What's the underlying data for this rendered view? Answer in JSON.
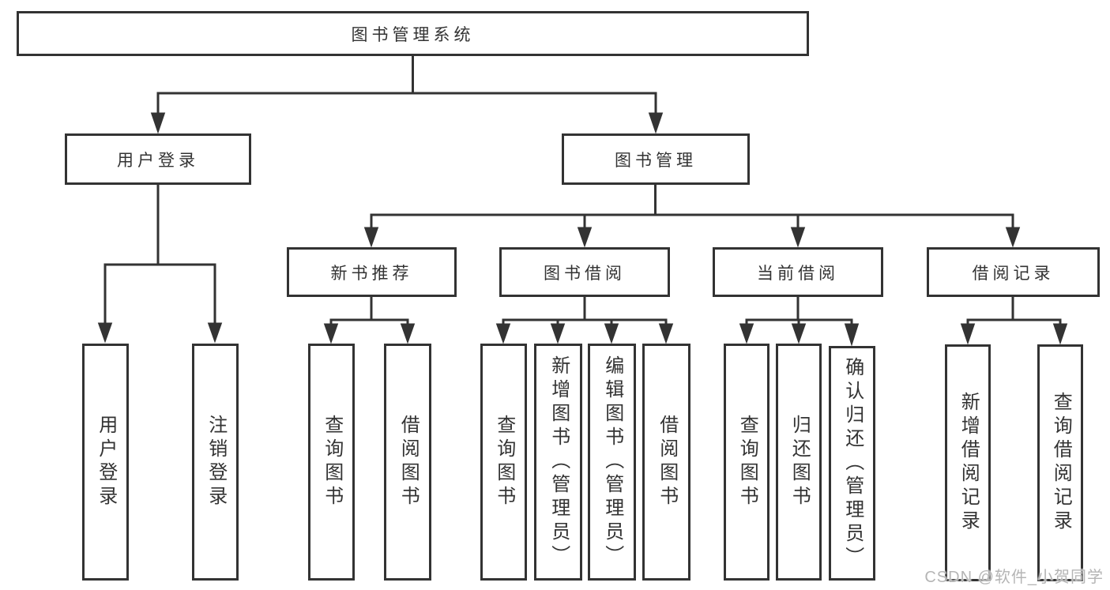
{
  "diagram": {
    "root": {
      "label": "图书管理系统"
    },
    "branches": [
      {
        "label": "用户登录",
        "children": [
          {
            "label": "用户登录"
          },
          {
            "label": "注销登录"
          }
        ]
      },
      {
        "label": "图书管理",
        "sections": [
          {
            "label": "新书推荐",
            "children": [
              {
                "label": "查询图书"
              },
              {
                "label": "借阅图书"
              }
            ]
          },
          {
            "label": "图书借阅",
            "children": [
              {
                "label": "查询图书"
              },
              {
                "label": "新增图书（管理员）"
              },
              {
                "label": "编辑图书（管理员）"
              },
              {
                "label": "借阅图书"
              }
            ]
          },
          {
            "label": "当前借阅",
            "children": [
              {
                "label": "查询图书"
              },
              {
                "label": "归还图书"
              },
              {
                "label": "确认归还（管理员）"
              }
            ]
          },
          {
            "label": "借阅记录",
            "children": [
              {
                "label": "新增借阅记录"
              },
              {
                "label": "查询借阅记录"
              }
            ]
          }
        ]
      }
    ]
  },
  "watermark": {
    "text": "CSDN @软件_小贺同学"
  },
  "colors": {
    "line": "#333333",
    "text": "#333333",
    "background": "#ffffff",
    "watermark": "#b5b5b5"
  }
}
